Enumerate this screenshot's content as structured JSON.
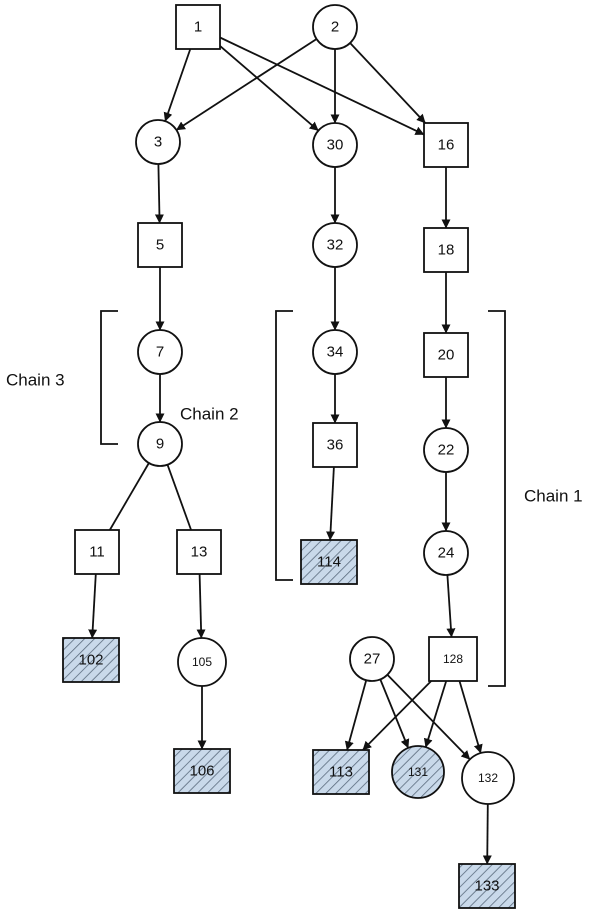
{
  "diagram": {
    "nodes": [
      {
        "id": "1",
        "label": "1",
        "shape": "square",
        "hatched": false
      },
      {
        "id": "2",
        "label": "2",
        "shape": "circle",
        "hatched": false
      },
      {
        "id": "3",
        "label": "3",
        "shape": "circle",
        "hatched": false
      },
      {
        "id": "30",
        "label": "30",
        "shape": "circle",
        "hatched": false
      },
      {
        "id": "16",
        "label": "16",
        "shape": "square",
        "hatched": false
      },
      {
        "id": "5",
        "label": "5",
        "shape": "square",
        "hatched": false
      },
      {
        "id": "32",
        "label": "32",
        "shape": "circle",
        "hatched": false
      },
      {
        "id": "18",
        "label": "18",
        "shape": "square",
        "hatched": false
      },
      {
        "id": "7",
        "label": "7",
        "shape": "circle",
        "hatched": false
      },
      {
        "id": "34",
        "label": "34",
        "shape": "circle",
        "hatched": false
      },
      {
        "id": "20",
        "label": "20",
        "shape": "square",
        "hatched": false
      },
      {
        "id": "9",
        "label": "9",
        "shape": "circle",
        "hatched": false
      },
      {
        "id": "36",
        "label": "36",
        "shape": "square",
        "hatched": false
      },
      {
        "id": "22",
        "label": "22",
        "shape": "circle",
        "hatched": false
      },
      {
        "id": "11",
        "label": "11",
        "shape": "square",
        "hatched": false
      },
      {
        "id": "13",
        "label": "13",
        "shape": "square",
        "hatched": false
      },
      {
        "id": "114",
        "label": "114",
        "shape": "square",
        "hatched": true
      },
      {
        "id": "24",
        "label": "24",
        "shape": "circle",
        "hatched": false
      },
      {
        "id": "102",
        "label": "102",
        "shape": "square",
        "hatched": true
      },
      {
        "id": "105",
        "label": "105",
        "shape": "circle",
        "hatched": false
      },
      {
        "id": "27",
        "label": "27",
        "shape": "circle",
        "hatched": false
      },
      {
        "id": "128",
        "label": "128",
        "shape": "square",
        "hatched": false
      },
      {
        "id": "106",
        "label": "106",
        "shape": "square",
        "hatched": true
      },
      {
        "id": "113",
        "label": "113",
        "shape": "square",
        "hatched": true
      },
      {
        "id": "131",
        "label": "131",
        "shape": "circle",
        "hatched": true
      },
      {
        "id": "132",
        "label": "132",
        "shape": "circle",
        "hatched": false
      },
      {
        "id": "133",
        "label": "133",
        "shape": "square",
        "hatched": true
      }
    ],
    "edges": [
      {
        "from": "1",
        "to": "3",
        "arrow": true
      },
      {
        "from": "1",
        "to": "30",
        "arrow": true
      },
      {
        "from": "1",
        "to": "16",
        "arrow": true
      },
      {
        "from": "2",
        "to": "3",
        "arrow": true
      },
      {
        "from": "2",
        "to": "30",
        "arrow": true
      },
      {
        "from": "2",
        "to": "16",
        "arrow": true
      },
      {
        "from": "3",
        "to": "5",
        "arrow": true
      },
      {
        "from": "5",
        "to": "7",
        "arrow": true
      },
      {
        "from": "7",
        "to": "9",
        "arrow": true
      },
      {
        "from": "9",
        "to": "11",
        "arrow": false
      },
      {
        "from": "9",
        "to": "13",
        "arrow": false
      },
      {
        "from": "11",
        "to": "102",
        "arrow": true
      },
      {
        "from": "13",
        "to": "105",
        "arrow": true
      },
      {
        "from": "105",
        "to": "106",
        "arrow": true
      },
      {
        "from": "30",
        "to": "32",
        "arrow": true
      },
      {
        "from": "32",
        "to": "34",
        "arrow": true
      },
      {
        "from": "34",
        "to": "36",
        "arrow": true
      },
      {
        "from": "36",
        "to": "114",
        "arrow": true
      },
      {
        "from": "16",
        "to": "18",
        "arrow": true
      },
      {
        "from": "18",
        "to": "20",
        "arrow": true
      },
      {
        "from": "20",
        "to": "22",
        "arrow": true
      },
      {
        "from": "22",
        "to": "24",
        "arrow": true
      },
      {
        "from": "24",
        "to": "128",
        "arrow": true
      },
      {
        "from": "27",
        "to": "113",
        "arrow": true
      },
      {
        "from": "27",
        "to": "131",
        "arrow": true
      },
      {
        "from": "27",
        "to": "132",
        "arrow": true
      },
      {
        "from": "128",
        "to": "113",
        "arrow": true
      },
      {
        "from": "128",
        "to": "131",
        "arrow": true
      },
      {
        "from": "128",
        "to": "132",
        "arrow": true
      },
      {
        "from": "132",
        "to": "133",
        "arrow": true
      }
    ],
    "chains": [
      {
        "id": "chain-3",
        "label": "Chain 3"
      },
      {
        "id": "chain-2",
        "label": "Chain 2"
      },
      {
        "id": "chain-1",
        "label": "Chain 1"
      }
    ],
    "colors": {
      "stroke": "#111111",
      "hatch_fill": "#c9d9ea",
      "hatch_line": "#5a6b7d",
      "background": "#ffffff"
    }
  }
}
